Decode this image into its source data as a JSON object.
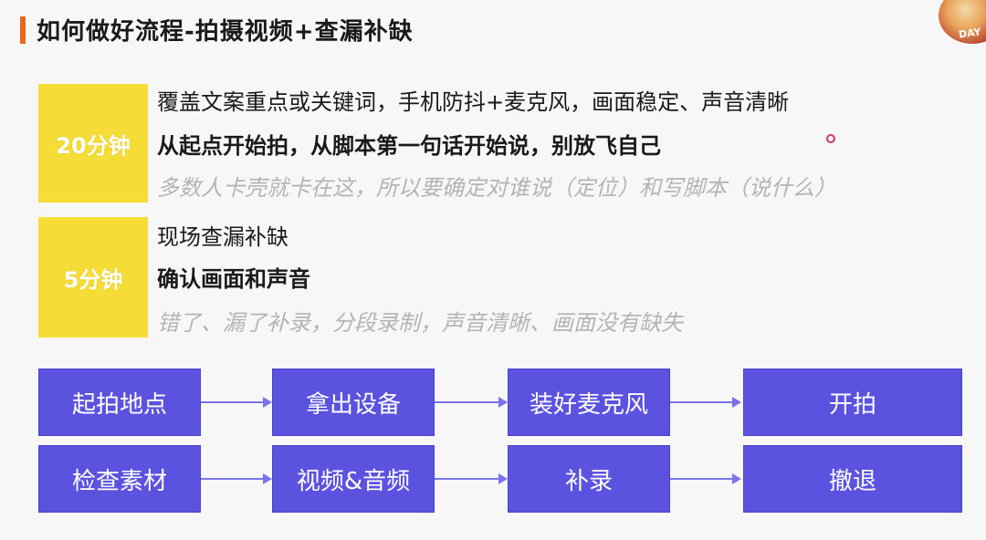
{
  "header": {
    "title": "如何做好流程-拍摄视频+查漏补缺"
  },
  "sections": [
    {
      "time": "20分钟",
      "lines": [
        "覆盖文案重点或关键词，手机防抖+麦克风，画面稳定、声音清晰",
        "从起点开始拍，从脚本第一句话开始说，别放飞自己",
        "多数人卡壳就卡在这，所以要确定对谁说（定位）和写脚本（说什么）"
      ]
    },
    {
      "time": "5分钟",
      "lines": [
        "现场查漏补缺",
        "确认画面和声音",
        "错了、漏了补录，分段录制，声音清晰、画面没有缺失"
      ]
    }
  ],
  "flow": {
    "row1": [
      "起拍地点",
      "拿出设备",
      "装好麦克风",
      "开拍"
    ],
    "row2": [
      "检查素材",
      "视频&音频",
      "补录",
      "撤退"
    ]
  },
  "colors": {
    "accent": "#e86a1f",
    "yellow": "#f6dc37",
    "flow": "#5b52e0"
  }
}
